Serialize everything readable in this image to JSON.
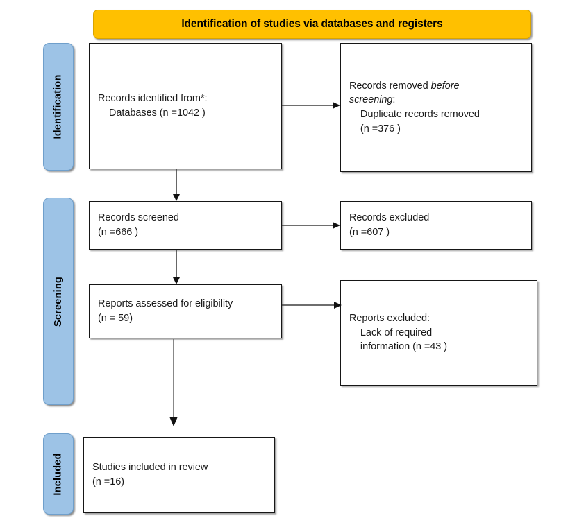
{
  "banner": {
    "label": "Identification of studies via databases and registers",
    "color": "#FFC000"
  },
  "phases": [
    {
      "id": "identification",
      "label": "Identification",
      "color": "#9DC3E6"
    },
    {
      "id": "screening",
      "label": "Screening",
      "color": "#9DC3E6"
    },
    {
      "id": "included",
      "label": "Included",
      "color": "#9DC3E6"
    }
  ],
  "boxes": {
    "identified": {
      "line1": "Records identified from*:",
      "line2": "    Databases (n =1042 )"
    },
    "removed": {
      "line1_pre": "Records removed ",
      "line1_em": "before",
      "line2_em": "screening",
      "line2_post": ":",
      "line3": "    Duplicate records removed",
      "line4": "    (n =376 )"
    },
    "screened": {
      "line1": "Records screened",
      "line2": "(n =666 )"
    },
    "excluded": {
      "line1": "Records excluded",
      "line2": "(n =607 )"
    },
    "eligibility": {
      "line1": "Reports assessed for eligibility",
      "line2": "(n = 59)"
    },
    "reports_excluded": {
      "line1": "Reports excluded:",
      "line2": "    Lack of required",
      "line3": "    information (n =43 )"
    },
    "included": {
      "line1": "Studies included in review",
      "line2": "(n =16)"
    }
  },
  "arrows": [
    {
      "name": "identified-to-removed",
      "direction": "right"
    },
    {
      "name": "identified-to-screened",
      "direction": "down"
    },
    {
      "name": "screened-to-excluded",
      "direction": "right"
    },
    {
      "name": "screened-to-eligibility",
      "direction": "down"
    },
    {
      "name": "eligibility-to-reports-excluded",
      "direction": "right"
    },
    {
      "name": "eligibility-to-included",
      "direction": "down"
    }
  ],
  "colors": {
    "banner": "#FFC000",
    "phase": "#9DC3E6",
    "box_border": "#161616",
    "arrow": "#3f3f3f"
  }
}
